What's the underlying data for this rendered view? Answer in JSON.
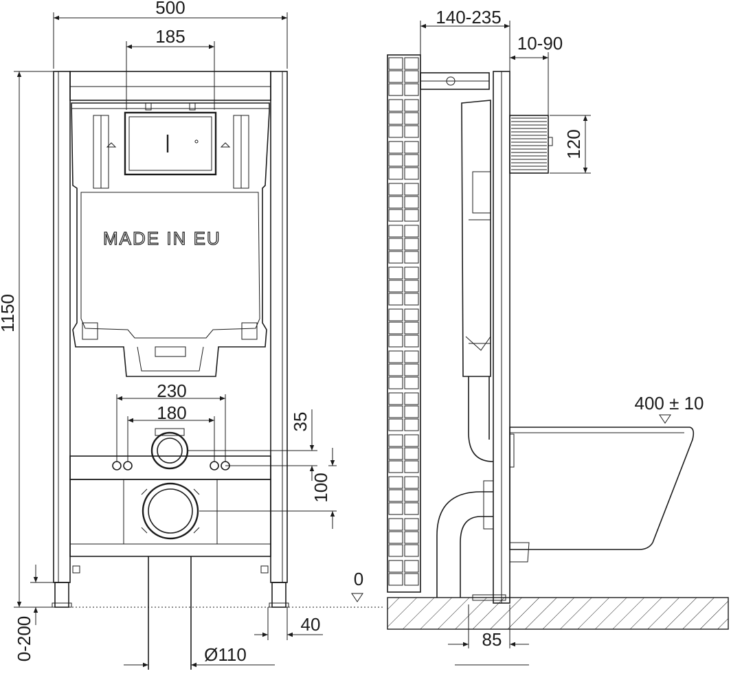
{
  "front_view": {
    "stamp_text": "MADE IN EU",
    "dimensions": {
      "frame_width": "500",
      "top_box_width": "185",
      "frame_height": "1150",
      "bolt_outer_spacing": "230",
      "bolt_inner_spacing": "180",
      "inlet_offset": "35",
      "outlet_offset": "100",
      "foot_adjust_range": "0-200",
      "foot_depth": "40",
      "drain_diameter": "Ø110"
    }
  },
  "side_view": {
    "dimensions": {
      "wall_depth_range": "140-235",
      "flush_plate_range": "10-90",
      "flush_plate_height": "120",
      "bowl_height": "400 ± 10",
      "floor_level": "0",
      "floor_offset": "85"
    }
  },
  "colors": {
    "line": "#1a1a1a",
    "background": "#ffffff"
  }
}
